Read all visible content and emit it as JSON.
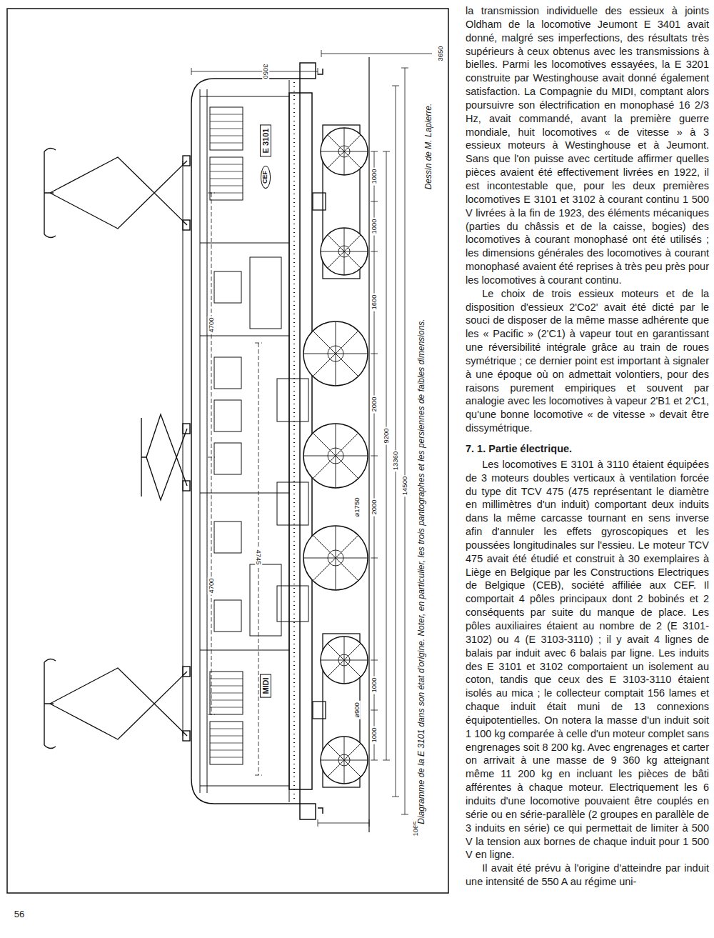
{
  "diagram": {
    "caption": "Diagramme de la E 3101 dans son état d'origine. Noter, en particulier, les trois pantographes et les persiennes de faibles dimensions.",
    "nodes": [
      {
        "text": [
          "E 3101"
        ]
      },
      {
        "text": [
          "CEF"
        ]
      },
      {
        "text": [
          "MIDI"
        ]
      }
    ],
    "labels": [
      "Dessin de M. Lapierre.",
      "3650",
      "3050",
      "4700",
      "4700",
      "4745",
      "1000",
      "1000",
      "1600",
      "2000",
      "2000",
      "1000",
      "1000",
      "ø1750",
      "ø900",
      "9200",
      "13360",
      "14500",
      "1065",
      "la transmission individuelle des essieux à joints Oldham de la locomotive Jeumont E 3401 avait donné, malgré ses imperfections, des résultats très supérieurs à ceux obtenus avec les transmissions à bielles. Parmi les locomotives essayées, la E 3201 construite par Westinghouse avait donné également satisfaction. La Compagnie du MIDI, comptant alors poursuivre son électrification en monophasé 16 2/3 Hz, avait commandé, avant la première guerre mondiale, huit locomotives « de vitesse » à 3 essieux moteurs à Westinghouse et à Jeumont. Sans que l'on puisse avec certitude affirmer quelles pièces avaient été effectivement livrées en 1922, il est incontestable que, pour les deux premières locomotives E 3101 et 3102 à courant continu 1 500 V livrées à la fin de 1923, des éléments mécaniques (parties du châssis et de la caisse, bogies) des locomotives à courant monophasé ont été utilisés ; les dimensions générales des locomotives à courant monophasé avaient été reprises à très peu près pour les locomotives à courant continu.",
      "Le choix de trois essieux moteurs et de la disposition d'essieux 2'Co2' avait été dicté par le souci de disposer de la même masse adhérente que les « Pacific » (2'C1) à vapeur tout en garantissant une réversibilité intégrale grâce au train de roues symétrique ; ce dernier point est important à signaler à une époque où on admettait volontiers, pour des raisons purement empiriques et souvent par analogie avec les locomotives à vapeur 2'B1 et 2'C1, qu'une bonne locomotive « de vitesse » devait être dissymétrique.",
      "7. 1. Partie électrique.",
      "Les locomotives E 3101 à 3110 étaient équipées de 3 moteurs doubles verticaux à ventilation forcée du type dit TCV 475 (475 représentant le diamètre en millimètres d'un induit) comportant deux induits dans la même carcasse tournant en sens inverse afin d'annuler les effets gyroscopiques et les poussées longitudinales sur l'essieu. Le moteur TCV 475 avait été étudié et construit à 30 exemplaires à Liège en Belgique par les Constructions Electriques de Belgique (CEB), société affiliée aux CEF. Il comportait 4 pôles principaux dont 2 bobinés et 2 conséquents par suite du manque de place. Les pôles auxiliaires étaient au nombre de 2 (E 3101-3102) ou 4 (E 3103-3110) ; il y avait 4 lignes de balais par induit avec 6 balais par ligne. Les induits des E 3101 et 3102 comportaient un isolement au coton, tandis que ceux des E 3103-3110 étaient isolés au mica ; le collecteur comptait 156 lames et chaque induit était muni de 13 connexions équipotentielles. On notera la masse d'un induit soit 1 100 kg comparée à celle d'un moteur complet sans engrenages soit 8 200 kg. Avec engrenages et carter on arrivait à une masse de 9 360 kg atteignant même 11 200 kg en incluant les pièces de bâti afférentes à chaque moteur. Electriquement les 6 induits d'une locomotive pouvaient être couplés en série ou en série-parallèle (2 groupes en parallèle de 3 induits en série) ce qui permettait de limiter à 500 V la tension aux bornes de chaque induit pour 1 500 V en ligne.",
      "Il avait été prévu à l'origine d'atteindre par induit une intensité de 550 A au régime uni-",
      "56"
    ]
  }
}
